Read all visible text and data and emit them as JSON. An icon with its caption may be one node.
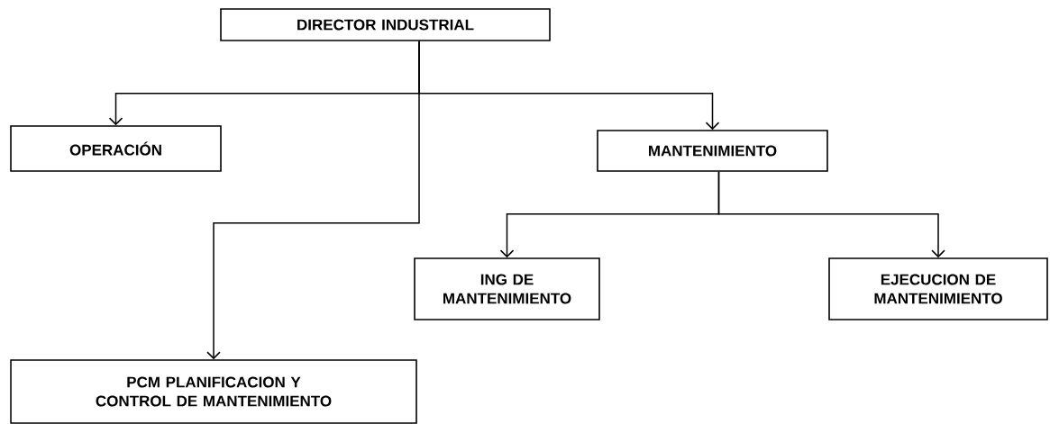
{
  "diagram": {
    "nodes": [
      {
        "text": [
          "DIRECTOR INDUSTRIAL"
        ]
      },
      {
        "text": [
          "OPERACIÓN"
        ]
      },
      {
        "text": [
          "MANTENIMIENTO"
        ]
      },
      {
        "text": [
          "ING DE MANTENIMIENTO"
        ]
      },
      {
        "text": [
          "EJECUCION DE MANTENIMIENTO"
        ]
      },
      {
        "text": [
          "PCM PLANIFICACION Y CONTROL DE MANTENIMIENTO"
        ]
      }
    ],
    "edges": [
      {
        "from": 0,
        "to": 1,
        "arrow": "to"
      },
      {
        "from": 0,
        "to": 2,
        "arrow": "to"
      },
      {
        "from": 0,
        "to": 5,
        "arrow": "to"
      },
      {
        "from": 2,
        "to": 3,
        "arrow": "to"
      },
      {
        "from": 2,
        "to": 4,
        "arrow": "to"
      }
    ]
  }
}
